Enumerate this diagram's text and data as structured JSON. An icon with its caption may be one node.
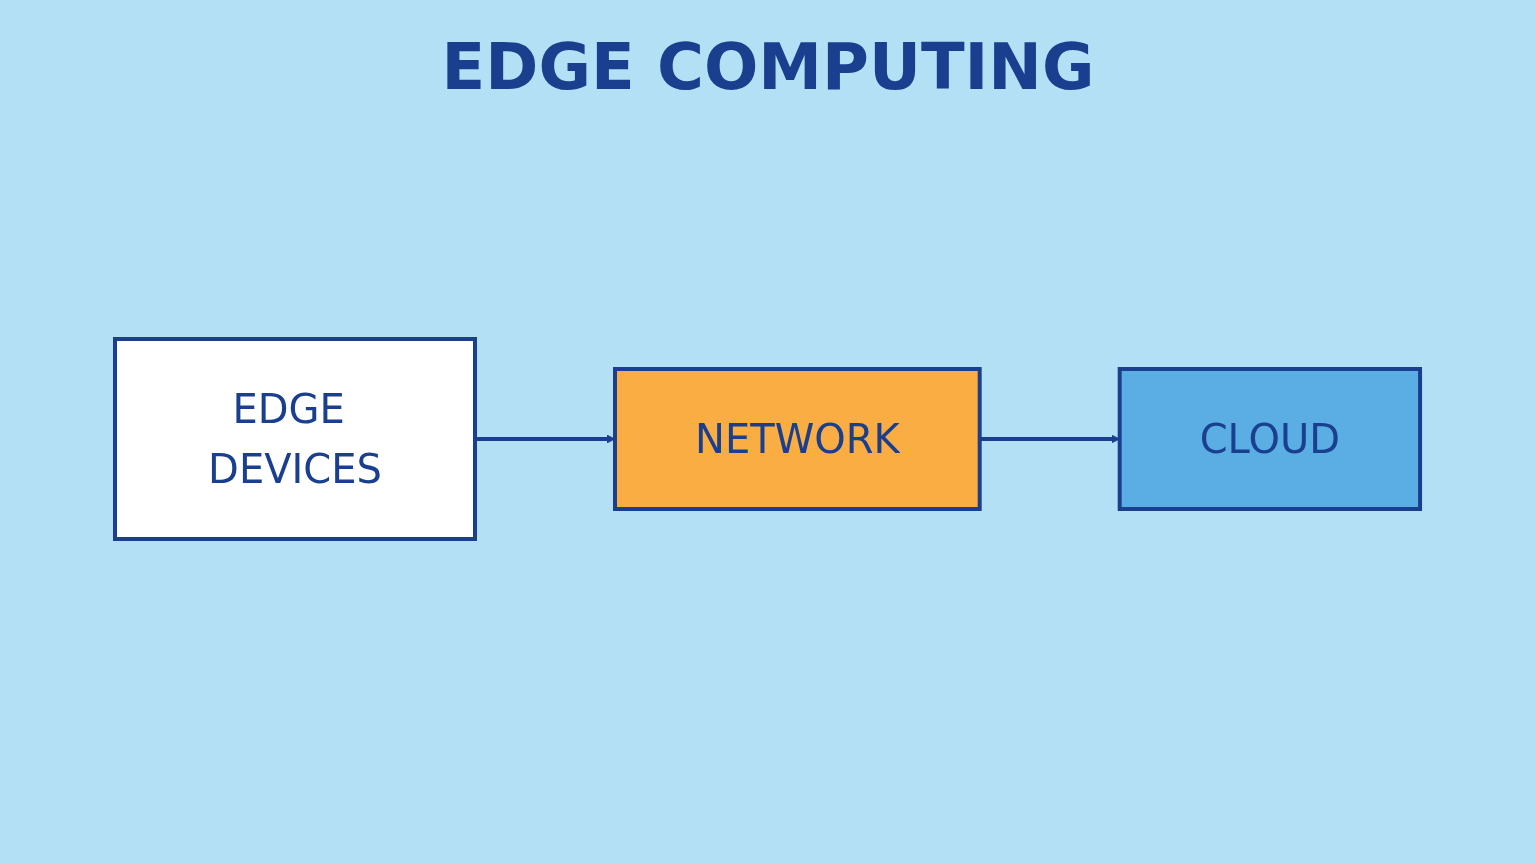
{
  "diagram": {
    "title": "EDGE COMPUTING",
    "nodes": [
      {
        "text": [
          "EDGE DEVICES"
        ]
      },
      {
        "text": [
          "NETWORK"
        ]
      },
      {
        "text": [
          "CLOUD"
        ]
      }
    ],
    "edges": [
      {
        "from": 0,
        "to": 1,
        "arrow": "to"
      },
      {
        "from": 1,
        "to": 2,
        "arrow": "to"
      }
    ]
  }
}
